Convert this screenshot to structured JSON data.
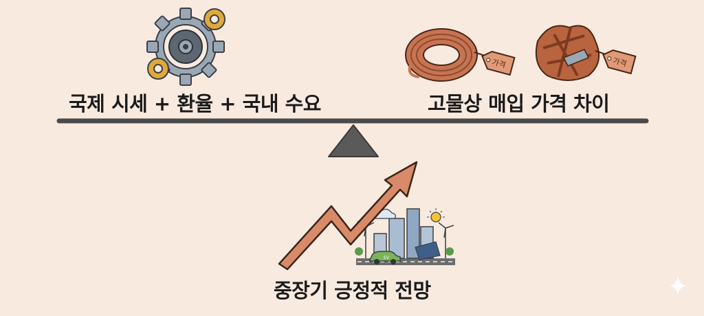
{
  "labels": {
    "left": "국제 시세 + 환율 + 국내 수요",
    "right": "고물상 매입 가격 차이",
    "bottom": "중장기 긍정적 전망"
  },
  "tags": {
    "coil": "가격",
    "scrap": "가격"
  },
  "car_badge": "EV",
  "colors": {
    "background": "#f8eadf",
    "beam": "#4a4a4a",
    "fulcrum": "#5a5a5a",
    "copper": "#c77452",
    "arrow": "#d98a68",
    "gear_outer": "#9aa7b5",
    "gear_inner": "#5d6772",
    "gear_small": "#e0a93a"
  },
  "icons": [
    "gears-icon",
    "copper-coil-icon",
    "scrap-copper-icon",
    "growth-arrow-icon",
    "city-icon",
    "sparkle-icon"
  ]
}
